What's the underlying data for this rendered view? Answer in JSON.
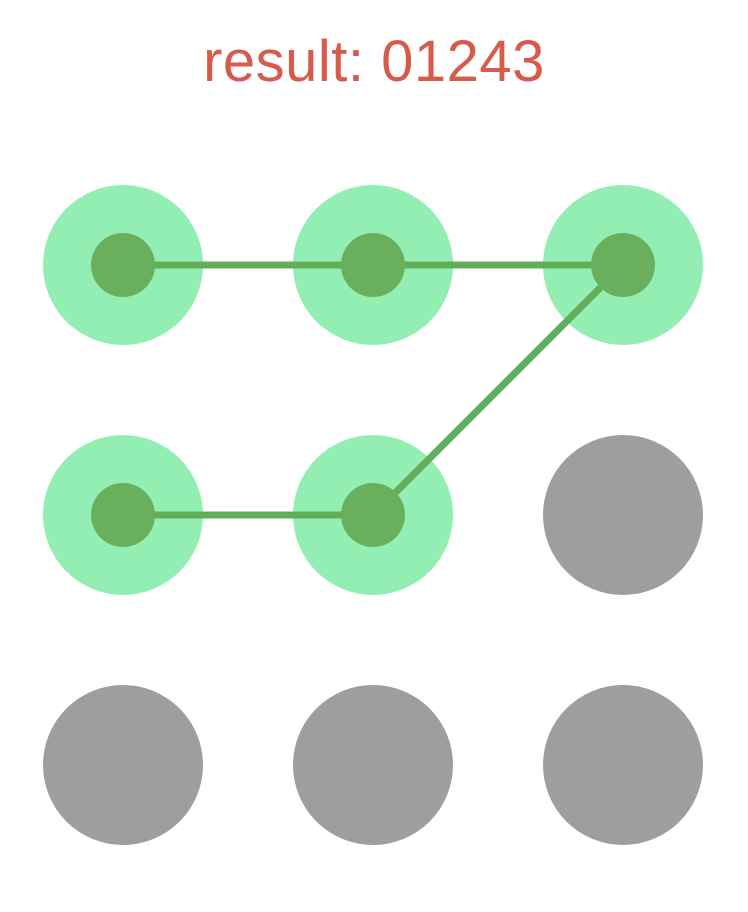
{
  "result": {
    "text": "result: 01243"
  },
  "pattern": {
    "grid": {
      "rows": 3,
      "cols": 3
    },
    "selected_sequence": [
      0,
      1,
      2,
      4,
      3
    ],
    "colors": {
      "idle": "#9e9e9e",
      "selected_halo": "#93eeb4",
      "selected_core": "#6aaf5c",
      "line": "#62ad5a",
      "result_text": "#d85a4a"
    }
  }
}
